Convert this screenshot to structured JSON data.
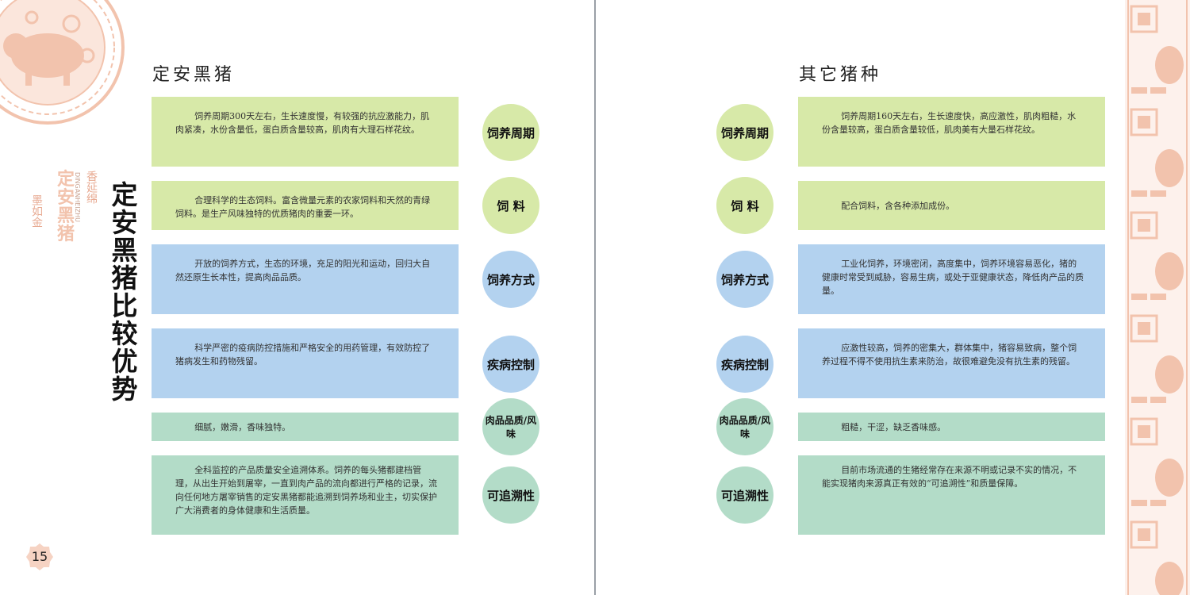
{
  "left": {
    "title": "定安黑猪",
    "vertical_heading": "定安黑猪比较优势",
    "side": {
      "big": "定安黑猪",
      "pinyin": "DINGANHEIZHU",
      "small_a": "墨如金",
      "small_b": "香延绵"
    },
    "page_number": "15",
    "rows": [
      {
        "label": "饲养周期",
        "text": "饲养周期300天左右，生长速度慢，有较强的抗应激能力，肌肉紧凑，水份含量低，蛋白质含量较高，肌肉有大理石样花纹。"
      },
      {
        "label": "饲 料",
        "text": "合理科学的生态饲料。富含微量元素的农家饲料和天然的青绿饲料。是生产风味独特的优质猪肉的重要一环。"
      },
      {
        "label": "饲养方式",
        "text": "开放的饲养方式，生态的环境，充足的阳光和运动，回归大自然还原生长本性，提高肉品品质。"
      },
      {
        "label": "疾病控制",
        "text": "科学严密的疫病防控措施和严格安全的用药管理，有效防控了猪病发生和药物残留。"
      },
      {
        "label": "肉品品质/风味",
        "text": "细腻，嫩滑，香味独特。"
      },
      {
        "label": "可追溯性",
        "text": "全科监控的产品质量安全追溯体系。饲养的每头猪都建档管理，从出生开始到屠宰，一直到肉产品的流向都进行严格的记录，流向任何地方屠宰销售的定安黑猪都能追溯到饲养场和业主，切实保护广大消费者的身体健康和生活质量。"
      }
    ]
  },
  "right": {
    "title": "其它猪种",
    "rows": [
      {
        "label": "饲养周期",
        "text": "饲养周期160天左右，生长速度快，高应激性，肌肉粗糙，水份含量较高，蛋白质含量较低，肌肉美有大量石样花纹。"
      },
      {
        "label": "饲 料",
        "text": "配合饲料，含各种添加成份。"
      },
      {
        "label": "饲养方式",
        "text": "工业化饲养，环境密闭，高度集中，饲养环境容易恶化，猪的健康时常受到威胁，容易生病，或处于亚健康状态，降低肉产品的质量。"
      },
      {
        "label": "疾病控制",
        "text": "应激性较高，饲养的密集大，群体集中，猪容易致病，整个饲养过程不得不使用抗生素来防治，故很难避免没有抗生素的残留。"
      },
      {
        "label": "肉品品质/风味",
        "text": "粗糙，干涩，缺乏香味感。"
      },
      {
        "label": "可追溯性",
        "text": "目前市场流通的生猪经常存在来源不明或记录不实的情况，不能实现猪肉来源真正有效的“可追溯性”和质量保障。"
      }
    ]
  },
  "colors": {
    "green": "#d7e9a8",
    "blue": "#b3d2ef",
    "teal": "#b3dcc8",
    "decor": "#f2c3ad"
  },
  "icons": {
    "papercut": "pig-papercut-icon",
    "border": "pig-border-pattern-icon",
    "page_badge": "page-number-badge-icon"
  }
}
